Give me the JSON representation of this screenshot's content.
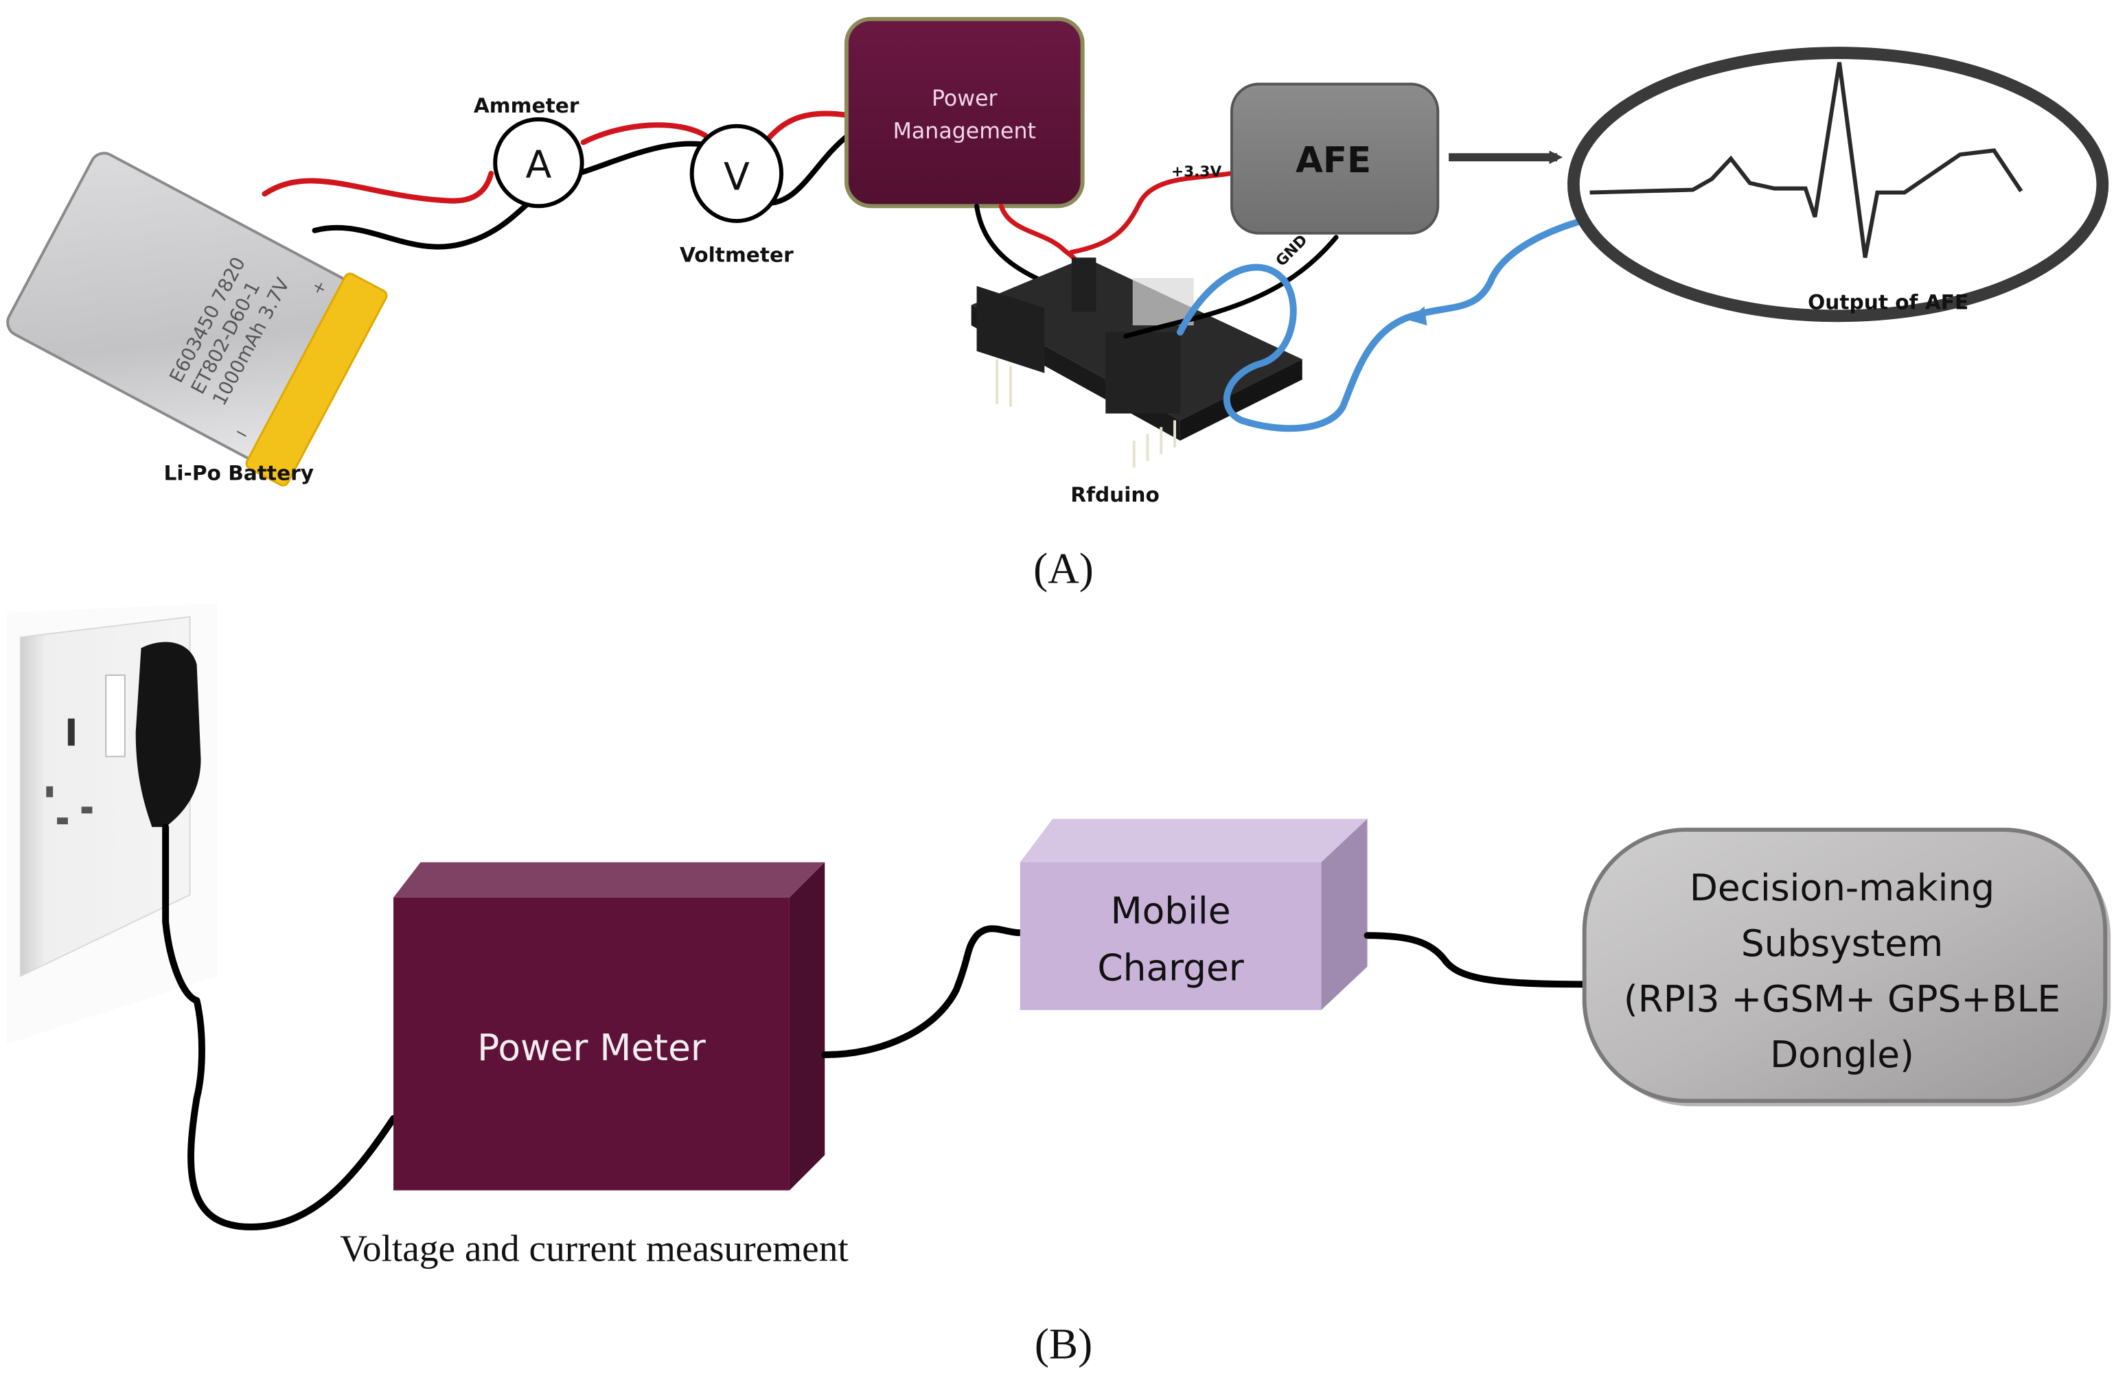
{
  "panel_a": {
    "caption": "(A)",
    "battery": {
      "label": "Li-Po Battery",
      "printed_lines": [
        "E603450 7820",
        "ET802-D60-1",
        "1000mAh 3.7V"
      ],
      "polarity_plus": "+",
      "polarity_minus": "−"
    },
    "ammeter": {
      "label": "Ammeter",
      "symbol": "A"
    },
    "voltmeter": {
      "label": "Voltmeter",
      "symbol": "V"
    },
    "power_management": {
      "line1": "Power",
      "line2": "Management"
    },
    "afe": {
      "label": "AFE",
      "supply_label": "+3.3V",
      "ground_label": "GND"
    },
    "rfduino": {
      "label": "Rfduino"
    },
    "output": {
      "label": "Output of AFE"
    },
    "colors": {
      "power_management_fill": "#5e1238",
      "afe_fill": "#7f7f7f",
      "wire_red": "#d0161c",
      "wire_black": "#000000",
      "wire_blue": "#4a90d4",
      "battery_tape": "#f3c21a",
      "battery_body": "#c9c9cb"
    }
  },
  "panel_b": {
    "caption": "(B)",
    "power_meter": {
      "label": "Power Meter"
    },
    "measurement_note": "Voltage and current measurement",
    "mobile_charger": {
      "line1": "Mobile",
      "line2": "Charger"
    },
    "decision_subsystem": {
      "line1": "Decision-making",
      "line2": "Subsystem",
      "line3": "(RPI3 +GSM+ GPS+BLE",
      "line4": "Dongle)"
    },
    "colors": {
      "power_meter_front": "#5e1238",
      "power_meter_top": "#7f4264",
      "power_meter_side": "#4a0e2e",
      "charger_front": "#c9b3d8",
      "charger_top": "#d6c6e4",
      "charger_side": "#9f8bb0",
      "decision_fill": "#bcbaba"
    }
  }
}
